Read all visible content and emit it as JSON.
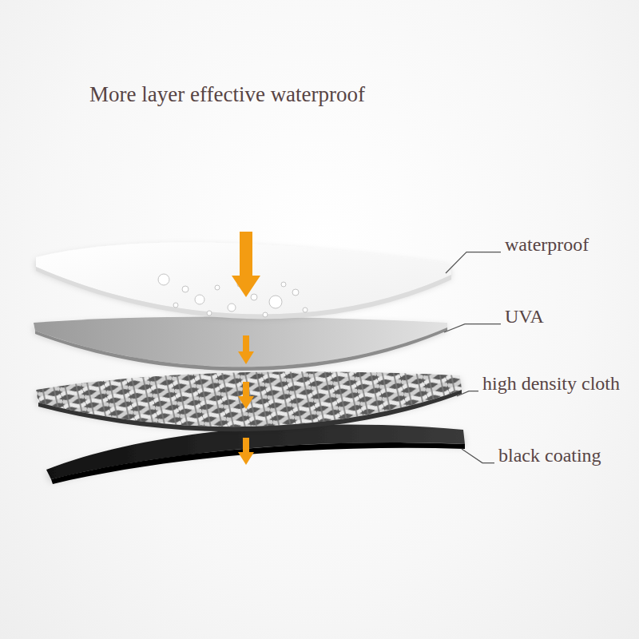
{
  "diagram": {
    "title": "More layer effective waterproof",
    "labels": [
      "waterproof",
      "UVA",
      "high density cloth",
      "black coating"
    ]
  }
}
